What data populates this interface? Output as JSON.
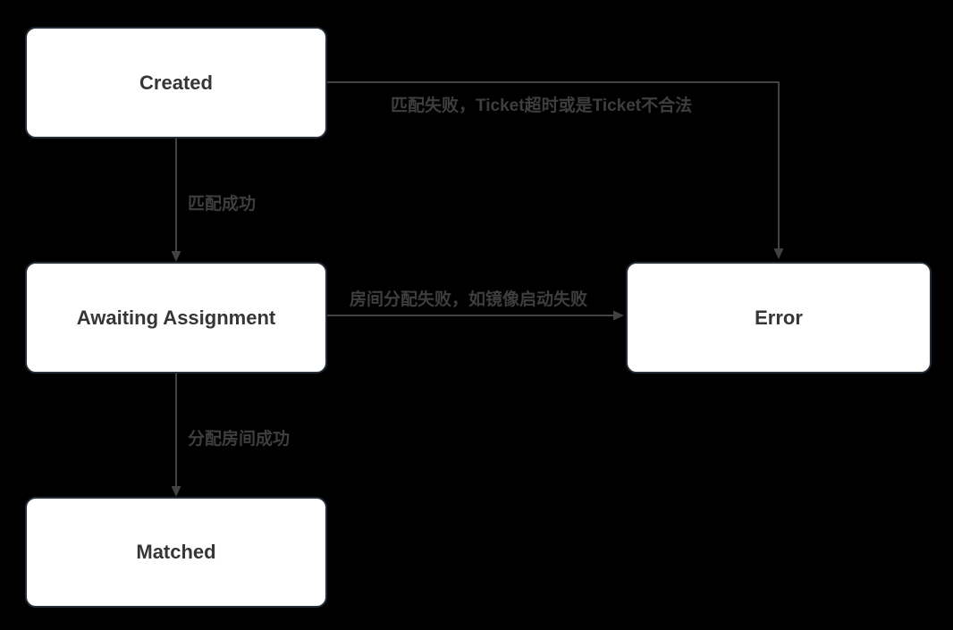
{
  "diagram": {
    "nodes": {
      "created": {
        "label": "Created"
      },
      "awaiting_assignment": {
        "label": "Awaiting Assignment"
      },
      "matched": {
        "label": "Matched"
      },
      "error": {
        "label": "Error"
      }
    },
    "edges": {
      "created_to_awaiting": {
        "label": "匹配成功"
      },
      "created_to_error": {
        "label": "匹配失败，Ticket超时或是Ticket不合法"
      },
      "awaiting_to_error": {
        "label": "房间分配失败，如镜像启动失败"
      },
      "awaiting_to_matched": {
        "label": "分配房间成功"
      }
    },
    "colors": {
      "background": "#000000",
      "node_fill": "#ffffff",
      "node_border": "#252e39",
      "node_text": "#363636",
      "edge_line": "#424242",
      "edge_label_text": "#3e3e3e"
    }
  }
}
